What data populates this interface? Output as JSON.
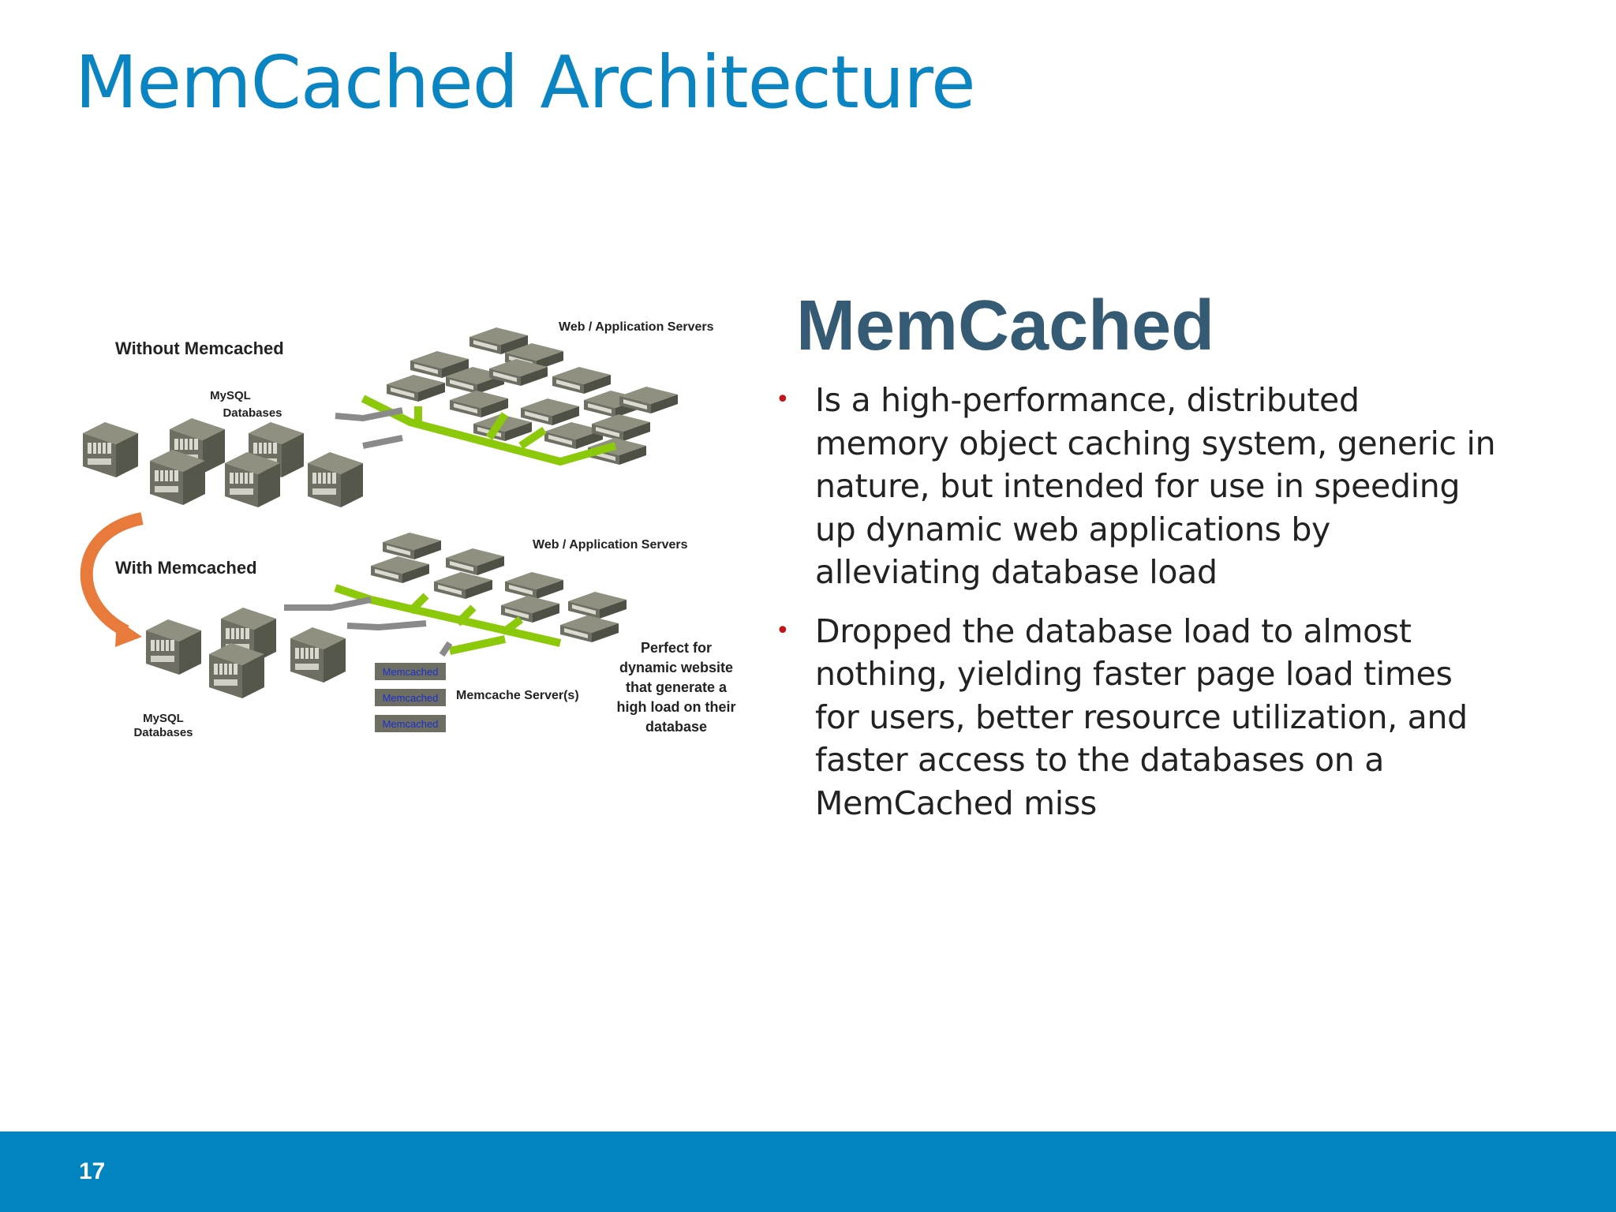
{
  "slide": {
    "title": "MemCached Architecture",
    "page_number": "17"
  },
  "content": {
    "heading": "MemCached",
    "bullets": [
      "Is a high-performance, distributed memory object caching system, generic in nature, but intended for use in speeding up dynamic web applications by alleviating database load",
      "Dropped the database load to almost nothing, yielding faster page load times for users, better resource utilization, and faster access to the databases on a MemCached miss"
    ]
  },
  "diagram": {
    "without_label": "Without Memcached",
    "with_label": "With Memcached",
    "web_servers_label": "Web / Application Servers",
    "mysql_label_1": "MySQL",
    "mysql_label_2": "Databases",
    "memcache_servers_label": "Memcache Server(s)",
    "memcached_unit": "Memcached",
    "perfect_lines": [
      "Perfect for",
      "dynamic website",
      "that generate a",
      "high load on their",
      "database"
    ],
    "colors": {
      "server": "#6e6f62",
      "arrow_green": "#8cc90b",
      "arrow_gray": "#8a8a8a",
      "arrow_orange": "#e87a3c"
    }
  }
}
